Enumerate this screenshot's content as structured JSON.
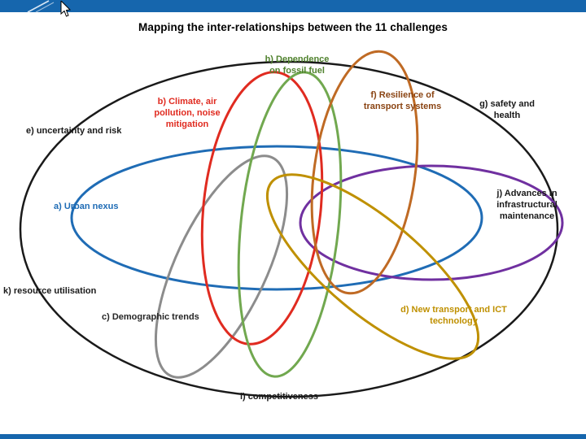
{
  "title": "Mapping the inter-relationships between the 11 challenges",
  "toolbar": {
    "pencil_icon": "annotation-pen",
    "cursor_icon": "mouse-pointer"
  },
  "colors": {
    "top_bar": "#1666ad",
    "bottom_bar": "#1666ad",
    "background": "#ffffff"
  },
  "challenges": {
    "a": {
      "label": "a) Urban nexus",
      "ellipse_color": "#1f6cb5",
      "label_color": "#1f6cb5"
    },
    "b": {
      "label": "b) Climate, air\npollution, noise\nmitigation",
      "ellipse_color": "#e02b20",
      "label_color": "#e02b20"
    },
    "c": {
      "label": "c) Demographic trends",
      "ellipse_color": "#8c8c8c",
      "label_color": "#262626"
    },
    "d": {
      "label": "d) New transport and ICT\ntechnology",
      "ellipse_color": "#bf9000",
      "label_color": "#bf9000"
    },
    "e": {
      "label": "e) uncertainty and risk",
      "ellipse_color": "#1a1a1a",
      "label_color": "#1a1a1a"
    },
    "f": {
      "label": "f) Resilience of\ntransport systems",
      "ellipse_color": "#bf6a24",
      "label_color": "#8a4413"
    },
    "g": {
      "label": "g) safety and\nhealth",
      "label_color": "#1a1a1a"
    },
    "h": {
      "label": "h) Dependence\non fossil fuel",
      "ellipse_color": "#71a84f",
      "label_color": "#50822e"
    },
    "i": {
      "label": "i) competitiveness",
      "label_color": "#1a1a1a"
    },
    "j": {
      "label": "j) Advances in\ninfrastructural\nmaintenance",
      "ellipse_color": "#7030a0",
      "label_color": "#1a1a1a"
    },
    "k": {
      "label": "k) resource utilisation",
      "label_color": "#1a1a1a"
    }
  }
}
